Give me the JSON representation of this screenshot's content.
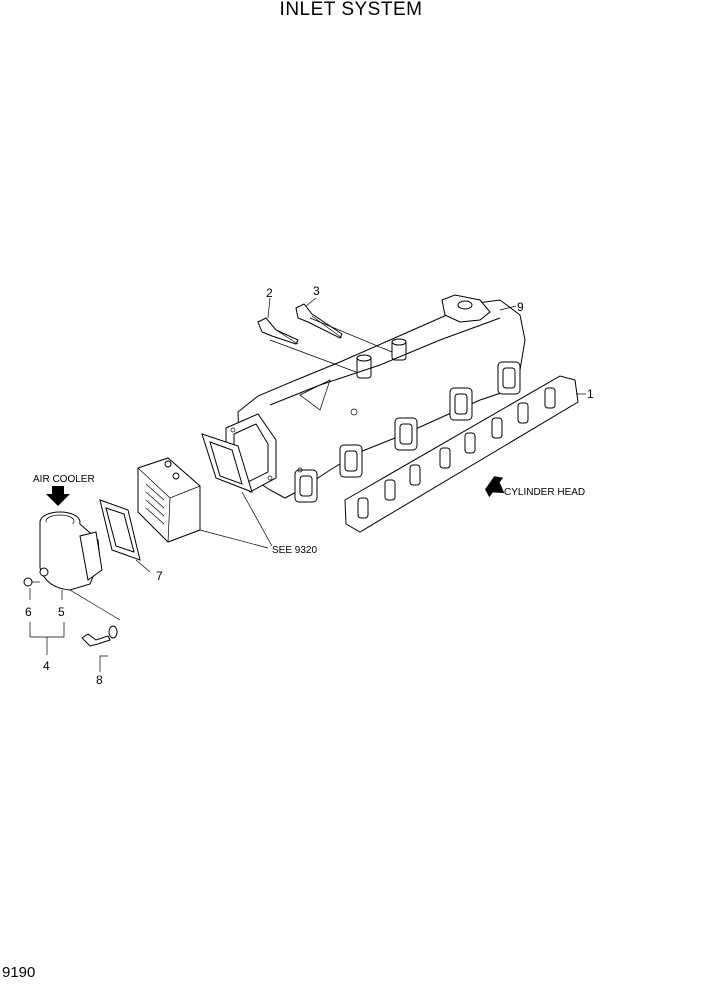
{
  "page": {
    "title": "INLET SYSTEM",
    "number": "9190"
  },
  "callouts": {
    "c1": "1",
    "c2": "2",
    "c3": "3",
    "c4": "4",
    "c5": "5",
    "c6": "6",
    "c7": "7",
    "c8": "8",
    "c9": "9"
  },
  "notes": {
    "air_cooler": "AIR COOLER",
    "cylinder_head": "CYLINDER HEAD",
    "see_ref": "SEE 9320"
  }
}
